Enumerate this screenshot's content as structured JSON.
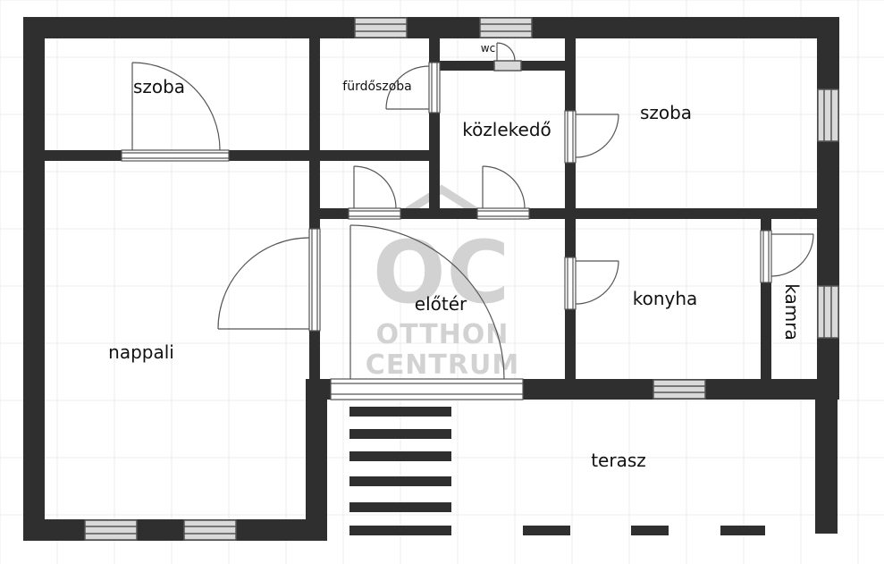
{
  "plan": {
    "wall_color": "#2f2f2f",
    "grid_color": "#ececec",
    "door_line_color": "#555555",
    "window_fill": "#d9d9d9"
  },
  "rooms": {
    "szoba_left": "szoba",
    "furdoszoba": "fürdőszoba",
    "wc": "wc",
    "kozlekedo": "közlekedő",
    "szoba_right": "szoba",
    "nappali": "nappali",
    "eloter": "előtér",
    "konyha": "konyha",
    "kamra": "kamra",
    "terasz": "terasz"
  },
  "watermark": {
    "logo": "OC",
    "line1": "OTTHON",
    "line2": "CENTRUM",
    "color": "#cfcfcf"
  }
}
